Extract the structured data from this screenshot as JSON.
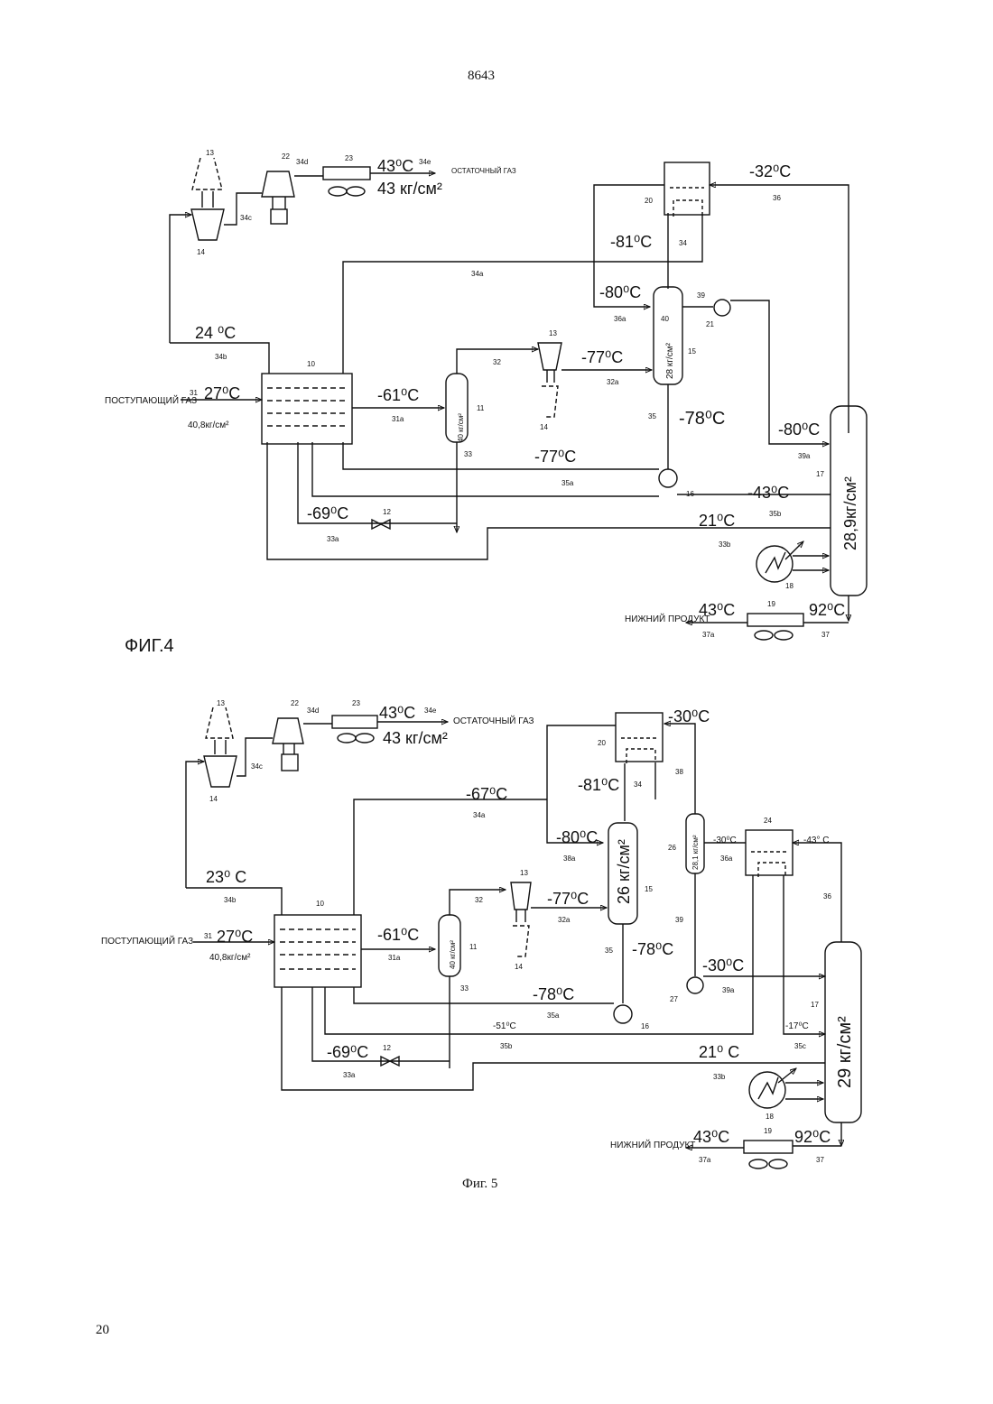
{
  "page": {
    "header": "8643",
    "footer": "20"
  },
  "fig4": {
    "caption": "ФИГ.4",
    "temps": {
      "t43": "43⁰С",
      "p43": "43 кг/см²",
      "t_32": "-32⁰С",
      "t_81": "-81⁰С",
      "t_80a": "-80⁰С",
      "t24": "24 ⁰С",
      "t_77a": "-77⁰С",
      "t_61": "-61⁰С",
      "t27": "27⁰С",
      "p408": "40,8кг/см²",
      "t_78": "-78⁰С",
      "t_80b": "-80⁰С",
      "t_77b": "-77⁰С",
      "t_43": "-43⁰С",
      "t_69": "-69⁰С",
      "t21": "21⁰С",
      "t43b": "43⁰С",
      "t92": "92⁰С"
    },
    "vessels": {
      "v11": "40 кг/см²",
      "v15": "28 кг/см²",
      "v17": "28,9кг/см²"
    },
    "streams": {
      "residual_gas": "ОСТАТОЧНЫЙ ГАЗ",
      "feed_gas": "ПОСТУПАЮЩИЙ ГАЗ",
      "bottom_product": "НИЖНИЙ ПРОДУКТ"
    }
  },
  "fig5": {
    "caption": "Фиг. 5",
    "temps": {
      "t43": "43⁰С",
      "p43": "43 кг/см²",
      "t_30a": "-30⁰С",
      "t_81": "-81⁰С",
      "t_67": "-67⁰С",
      "t_80": "-80⁰С",
      "t_30b": "-30⁰С",
      "t_43": "-43° С",
      "t23": "23⁰ С",
      "t_77": "-77⁰С",
      "t_61": "-61⁰С",
      "t27": "27⁰С",
      "p408": "40,8кг/см²",
      "t_78a": "-78⁰С",
      "t_30c": "-30⁰С",
      "t_78b": "-78⁰С",
      "t_51": "-51⁰С",
      "t_17": "-17⁰С",
      "t_69": "-69⁰С",
      "t21": "21⁰ С",
      "t43b": "43⁰С",
      "t92": "92⁰С"
    },
    "vessels": {
      "v11": "40 кг/см²",
      "v15": "26 кг/см²",
      "v26": "28,1 кг/см²",
      "v17": "29 кг/см²"
    },
    "streams": {
      "residual_gas": "ОСТАТОЧНЫЙ ГАЗ",
      "feed_gas": "ПОСТУПАЮЩИЙ ГАЗ",
      "bottom_product": "НИЖНИЙ ПРОДУКТ"
    }
  },
  "labels": {
    "n10": "10",
    "n11": "11",
    "n12": "12",
    "n13": "13",
    "n14": "14",
    "n15": "15",
    "n16": "16",
    "n17": "17",
    "n18": "18",
    "n19": "19",
    "n20": "20",
    "n21": "21",
    "n22": "22",
    "n23": "23",
    "n24": "24",
    "n26": "26",
    "n27": "27",
    "s31": "31",
    "s31a": "31a",
    "s32": "32",
    "s32a": "32a",
    "s33": "33",
    "s33a": "33a",
    "s33b": "33b",
    "s34": "34",
    "s34a": "34a",
    "s34b": "34b",
    "s34c": "34c",
    "s34d": "34d",
    "s34e": "34e",
    "s35": "35",
    "s35a": "35a",
    "s35b": "35b",
    "s35c": "35c",
    "s36": "36",
    "s36a": "36a",
    "s37": "37",
    "s37a": "37a",
    "s38": "38",
    "s38a": "38a",
    "s39": "39",
    "s39a": "39a",
    "s40": "40"
  }
}
